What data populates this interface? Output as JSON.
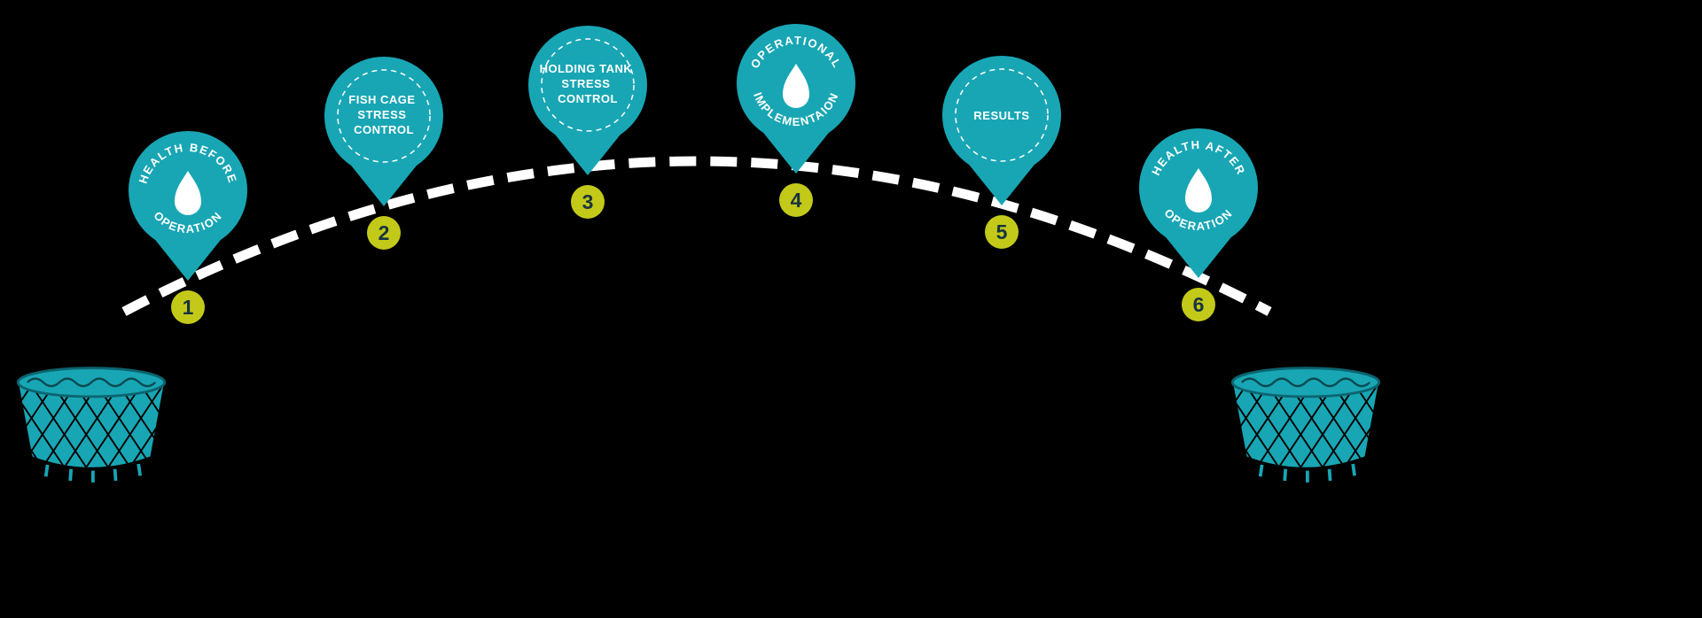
{
  "diagram": {
    "description": "Six-step fish health operation process arc",
    "arc_style": "dashed"
  },
  "colors": {
    "background": "#000000",
    "pin_teal": "#18A6B4",
    "pin_teal_dark": "#0B6570",
    "badge_yellow": "#C3C918",
    "badge_number": "#17333F",
    "arc_white": "#FFFFFF",
    "pin_text": "#FFFFFF"
  },
  "pins": [
    {
      "number": "1",
      "icon": "water-drop-icon",
      "label_top": "HEALTH BEFORE",
      "label_bottom": "OPERATION"
    },
    {
      "number": "2",
      "lines": [
        "FISH CAGE",
        "STRESS",
        "CONTROL"
      ]
    },
    {
      "number": "3",
      "lines": [
        "HOLDING TANK",
        "STRESS",
        "CONTROL"
      ]
    },
    {
      "number": "4",
      "icon": "water-drop-icon",
      "label_top": "OPERATIONAL",
      "label_bottom": "IMPLEMENTAION"
    },
    {
      "number": "5",
      "lines": [
        "RESULTS"
      ]
    },
    {
      "number": "6",
      "icon": "water-drop-icon",
      "label_top": "HEALTH AFTER",
      "label_bottom": "OPERATION"
    }
  ],
  "decorations": {
    "left": "fish-cage-icon",
    "right": "fish-cage-icon"
  }
}
